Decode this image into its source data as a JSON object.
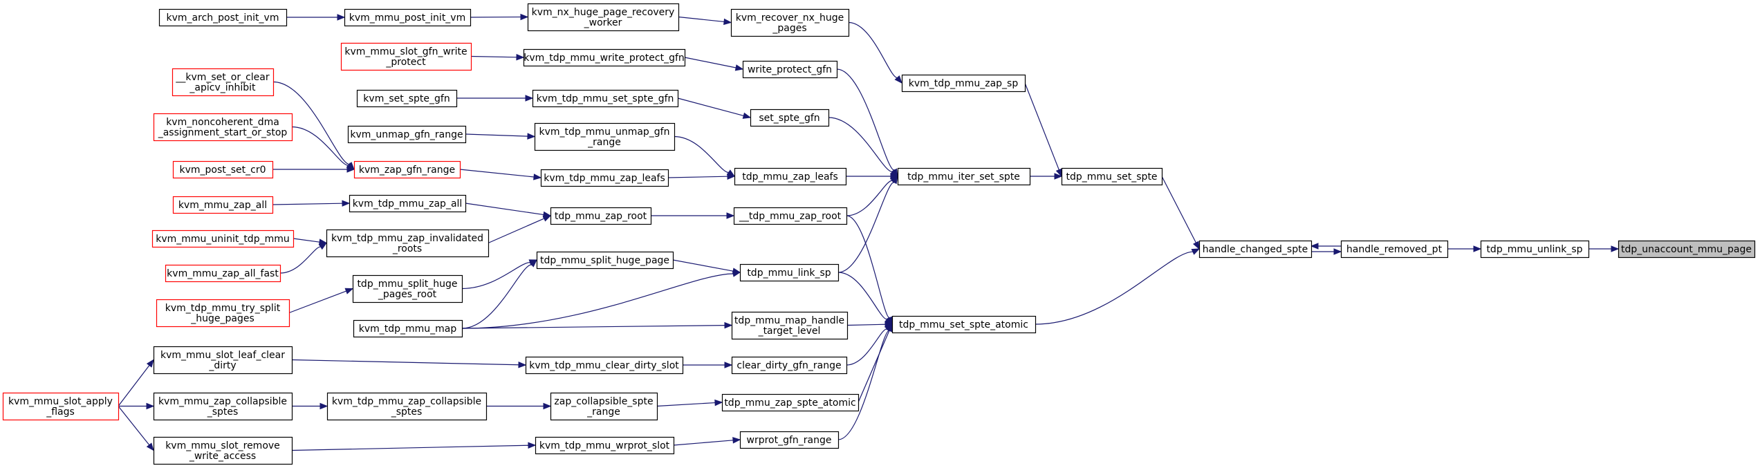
{
  "graph": {
    "colors": {
      "edge": "#191970",
      "normal_border": "#000000",
      "truncated_border": "#ff0000",
      "focus_fill": "#bfbfbf"
    },
    "nodes": [
      {
        "id": "kvm_arch_post_init_vm",
        "lines": [
          "kvm_arch_post_init_vm"
        ],
        "style": "normal"
      },
      {
        "id": "kvm_mmu_post_init_vm",
        "lines": [
          "kvm_mmu_post_init_vm"
        ],
        "style": "normal"
      },
      {
        "id": "kvm_nx_huge_page_recovery_worker",
        "lines": [
          "kvm_nx_huge_page_recovery",
          "_worker"
        ],
        "style": "normal"
      },
      {
        "id": "kvm_recover_nx_huge_pages",
        "lines": [
          "kvm_recover_nx_huge",
          "_pages"
        ],
        "style": "normal"
      },
      {
        "id": "kvm_mmu_slot_gfn_write_protect",
        "lines": [
          "kvm_mmu_slot_gfn_write",
          "_protect"
        ],
        "style": "truncated"
      },
      {
        "id": "kvm_tdp_mmu_write_protect_gfn",
        "lines": [
          "kvm_tdp_mmu_write_protect_gfn"
        ],
        "style": "normal"
      },
      {
        "id": "write_protect_gfn",
        "lines": [
          "write_protect_gfn"
        ],
        "style": "normal"
      },
      {
        "id": "kvm_tdp_mmu_zap_sp",
        "lines": [
          "kvm_tdp_mmu_zap_sp"
        ],
        "style": "normal"
      },
      {
        "id": "kvm_set_or_clear_apicv_inhibit",
        "lines": [
          "__kvm_set_or_clear",
          "_apicv_inhibit"
        ],
        "style": "truncated"
      },
      {
        "id": "kvm_set_spte_gfn",
        "lines": [
          "kvm_set_spte_gfn"
        ],
        "style": "normal"
      },
      {
        "id": "kvm_tdp_mmu_set_spte_gfn",
        "lines": [
          "kvm_tdp_mmu_set_spte_gfn"
        ],
        "style": "normal"
      },
      {
        "id": "set_spte_gfn",
        "lines": [
          "set_spte_gfn"
        ],
        "style": "normal"
      },
      {
        "id": "kvm_noncoherent_dma_assignment_start_or_stop",
        "lines": [
          "kvm_noncoherent_dma",
          "_assignment_start_or_stop"
        ],
        "style": "truncated"
      },
      {
        "id": "kvm_unmap_gfn_range",
        "lines": [
          "kvm_unmap_gfn_range"
        ],
        "style": "normal"
      },
      {
        "id": "kvm_tdp_mmu_unmap_gfn_range",
        "lines": [
          "kvm_tdp_mmu_unmap_gfn",
          "_range"
        ],
        "style": "normal"
      },
      {
        "id": "kvm_post_set_cr0",
        "lines": [
          "kvm_post_set_cr0"
        ],
        "style": "truncated"
      },
      {
        "id": "kvm_zap_gfn_range",
        "lines": [
          "kvm_zap_gfn_range"
        ],
        "style": "truncated"
      },
      {
        "id": "kvm_tdp_mmu_zap_leafs",
        "lines": [
          "kvm_tdp_mmu_zap_leafs"
        ],
        "style": "normal"
      },
      {
        "id": "tdp_mmu_zap_leafs",
        "lines": [
          "tdp_mmu_zap_leafs"
        ],
        "style": "normal"
      },
      {
        "id": "tdp_mmu_iter_set_spte",
        "lines": [
          "tdp_mmu_iter_set_spte"
        ],
        "style": "normal"
      },
      {
        "id": "tdp_mmu_set_spte",
        "lines": [
          "tdp_mmu_set_spte"
        ],
        "style": "normal"
      },
      {
        "id": "kvm_mmu_zap_all",
        "lines": [
          "kvm_mmu_zap_all"
        ],
        "style": "truncated"
      },
      {
        "id": "kvm_tdp_mmu_zap_all",
        "lines": [
          "kvm_tdp_mmu_zap_all"
        ],
        "style": "normal"
      },
      {
        "id": "tdp_mmu_zap_root",
        "lines": [
          "tdp_mmu_zap_root"
        ],
        "style": "normal"
      },
      {
        "id": "__tdp_mmu_zap_root",
        "lines": [
          "__tdp_mmu_zap_root"
        ],
        "style": "normal"
      },
      {
        "id": "kvm_mmu_uninit_tdp_mmu",
        "lines": [
          "kvm_mmu_uninit_tdp_mmu"
        ],
        "style": "truncated"
      },
      {
        "id": "kvm_tdp_mmu_zap_invalidated_roots",
        "lines": [
          "kvm_tdp_mmu_zap_invalidated",
          "_roots"
        ],
        "style": "normal"
      },
      {
        "id": "kvm_mmu_zap_all_fast",
        "lines": [
          "kvm_mmu_zap_all_fast"
        ],
        "style": "truncated"
      },
      {
        "id": "handle_changed_spte",
        "lines": [
          "handle_changed_spte"
        ],
        "style": "normal"
      },
      {
        "id": "handle_removed_pt",
        "lines": [
          "handle_removed_pt"
        ],
        "style": "normal"
      },
      {
        "id": "tdp_mmu_unlink_sp",
        "lines": [
          "tdp_mmu_unlink_sp"
        ],
        "style": "normal"
      },
      {
        "id": "tdp_unaccount_mmu_page",
        "lines": [
          "tdp_unaccount_mmu_page"
        ],
        "style": "focus"
      },
      {
        "id": "tdp_mmu_split_huge_page",
        "lines": [
          "tdp_mmu_split_huge_page"
        ],
        "style": "normal"
      },
      {
        "id": "tdp_mmu_link_sp",
        "lines": [
          "tdp_mmu_link_sp"
        ],
        "style": "normal"
      },
      {
        "id": "tdp_mmu_split_huge_pages_root",
        "lines": [
          "tdp_mmu_split_huge",
          "_pages_root"
        ],
        "style": "normal"
      },
      {
        "id": "kvm_tdp_mmu_try_split_huge_pages",
        "lines": [
          "kvm_tdp_mmu_try_split",
          "_huge_pages"
        ],
        "style": "truncated"
      },
      {
        "id": "kvm_tdp_mmu_map",
        "lines": [
          "kvm_tdp_mmu_map"
        ],
        "style": "normal"
      },
      {
        "id": "tdp_mmu_map_handle_target_level",
        "lines": [
          "tdp_mmu_map_handle",
          "_target_level"
        ],
        "style": "normal"
      },
      {
        "id": "tdp_mmu_set_spte_atomic",
        "lines": [
          "tdp_mmu_set_spte_atomic"
        ],
        "style": "normal"
      },
      {
        "id": "kvm_mmu_slot_leaf_clear_dirty",
        "lines": [
          "kvm_mmu_slot_leaf_clear",
          "_dirty"
        ],
        "style": "normal"
      },
      {
        "id": "kvm_tdp_mmu_clear_dirty_slot",
        "lines": [
          "kvm_tdp_mmu_clear_dirty_slot"
        ],
        "style": "normal"
      },
      {
        "id": "clear_dirty_gfn_range",
        "lines": [
          "clear_dirty_gfn_range"
        ],
        "style": "normal"
      },
      {
        "id": "kvm_mmu_slot_apply_flags",
        "lines": [
          "kvm_mmu_slot_apply",
          "_flags"
        ],
        "style": "truncated"
      },
      {
        "id": "kvm_mmu_zap_collapsible_sptes",
        "lines": [
          "kvm_mmu_zap_collapsible",
          "_sptes"
        ],
        "style": "normal"
      },
      {
        "id": "kvm_tdp_mmu_zap_collapsible_sptes",
        "lines": [
          "kvm_tdp_mmu_zap_collapsible",
          "_sptes"
        ],
        "style": "normal"
      },
      {
        "id": "zap_collapsible_spte_range",
        "lines": [
          "zap_collapsible_spte",
          "_range"
        ],
        "style": "normal"
      },
      {
        "id": "tdp_mmu_zap_spte_atomic",
        "lines": [
          "tdp_mmu_zap_spte_atomic"
        ],
        "style": "normal"
      },
      {
        "id": "kvm_mmu_slot_remove_write_access",
        "lines": [
          "kvm_mmu_slot_remove",
          "_write_access"
        ],
        "style": "normal"
      },
      {
        "id": "kvm_tdp_mmu_wrprot_slot",
        "lines": [
          "kvm_tdp_mmu_wrprot_slot"
        ],
        "style": "normal"
      },
      {
        "id": "wrprot_gfn_range",
        "lines": [
          "wrprot_gfn_range"
        ],
        "style": "normal"
      }
    ],
    "edges": [
      {
        "from": "kvm_arch_post_init_vm",
        "to": "kvm_mmu_post_init_vm"
      },
      {
        "from": "kvm_mmu_post_init_vm",
        "to": "kvm_nx_huge_page_recovery_worker"
      },
      {
        "from": "kvm_nx_huge_page_recovery_worker",
        "to": "kvm_recover_nx_huge_pages"
      },
      {
        "from": "kvm_recover_nx_huge_pages",
        "to": "kvm_tdp_mmu_zap_sp"
      },
      {
        "from": "kvm_tdp_mmu_zap_sp",
        "to": "tdp_mmu_set_spte"
      },
      {
        "from": "kvm_mmu_slot_gfn_write_protect",
        "to": "kvm_tdp_mmu_write_protect_gfn"
      },
      {
        "from": "kvm_tdp_mmu_write_protect_gfn",
        "to": "write_protect_gfn"
      },
      {
        "from": "write_protect_gfn",
        "to": "tdp_mmu_iter_set_spte"
      },
      {
        "from": "kvm_set_spte_gfn",
        "to": "kvm_tdp_mmu_set_spte_gfn"
      },
      {
        "from": "kvm_tdp_mmu_set_spte_gfn",
        "to": "set_spte_gfn"
      },
      {
        "from": "set_spte_gfn",
        "to": "tdp_mmu_iter_set_spte"
      },
      {
        "from": "kvm_set_or_clear_apicv_inhibit",
        "to": "kvm_zap_gfn_range"
      },
      {
        "from": "kvm_noncoherent_dma_assignment_start_or_stop",
        "to": "kvm_zap_gfn_range"
      },
      {
        "from": "kvm_post_set_cr0",
        "to": "kvm_zap_gfn_range"
      },
      {
        "from": "kvm_zap_gfn_range",
        "to": "kvm_tdp_mmu_zap_leafs"
      },
      {
        "from": "kvm_unmap_gfn_range",
        "to": "kvm_tdp_mmu_unmap_gfn_range"
      },
      {
        "from": "kvm_tdp_mmu_unmap_gfn_range",
        "to": "tdp_mmu_zap_leafs"
      },
      {
        "from": "kvm_tdp_mmu_zap_leafs",
        "to": "tdp_mmu_zap_leafs"
      },
      {
        "from": "tdp_mmu_zap_leafs",
        "to": "tdp_mmu_iter_set_spte"
      },
      {
        "from": "tdp_mmu_iter_set_spte",
        "to": "tdp_mmu_set_spte"
      },
      {
        "from": "tdp_mmu_set_spte",
        "to": "handle_changed_spte"
      },
      {
        "from": "kvm_mmu_zap_all",
        "to": "kvm_tdp_mmu_zap_all"
      },
      {
        "from": "kvm_tdp_mmu_zap_all",
        "to": "tdp_mmu_zap_root"
      },
      {
        "from": "kvm_mmu_uninit_tdp_mmu",
        "to": "kvm_tdp_mmu_zap_invalidated_roots"
      },
      {
        "from": "kvm_mmu_zap_all_fast",
        "to": "kvm_tdp_mmu_zap_invalidated_roots"
      },
      {
        "from": "kvm_tdp_mmu_zap_invalidated_roots",
        "to": "tdp_mmu_zap_root"
      },
      {
        "from": "tdp_mmu_zap_root",
        "to": "__tdp_mmu_zap_root"
      },
      {
        "from": "__tdp_mmu_zap_root",
        "to": "tdp_mmu_iter_set_spte"
      },
      {
        "from": "__tdp_mmu_zap_root",
        "to": "tdp_mmu_set_spte_atomic"
      },
      {
        "from": "tdp_mmu_link_sp",
        "to": "tdp_mmu_iter_set_spte"
      },
      {
        "from": "tdp_mmu_link_sp",
        "to": "tdp_mmu_set_spte_atomic"
      },
      {
        "from": "tdp_mmu_split_huge_page",
        "to": "tdp_mmu_link_sp"
      },
      {
        "from": "tdp_mmu_split_huge_pages_root",
        "to": "tdp_mmu_split_huge_page"
      },
      {
        "from": "kvm_tdp_mmu_try_split_huge_pages",
        "to": "tdp_mmu_split_huge_pages_root"
      },
      {
        "from": "kvm_tdp_mmu_map",
        "to": "tdp_mmu_split_huge_page"
      },
      {
        "from": "kvm_tdp_mmu_map",
        "to": "tdp_mmu_link_sp"
      },
      {
        "from": "kvm_tdp_mmu_map",
        "to": "tdp_mmu_map_handle_target_level"
      },
      {
        "from": "tdp_mmu_map_handle_target_level",
        "to": "tdp_mmu_set_spte_atomic"
      },
      {
        "from": "tdp_mmu_set_spte_atomic",
        "to": "handle_changed_spte"
      },
      {
        "from": "handle_changed_spte",
        "to": "handle_removed_pt"
      },
      {
        "from": "handle_removed_pt",
        "to": "handle_changed_spte"
      },
      {
        "from": "handle_removed_pt",
        "to": "tdp_mmu_unlink_sp"
      },
      {
        "from": "tdp_mmu_unlink_sp",
        "to": "tdp_unaccount_mmu_page"
      },
      {
        "from": "kvm_mmu_slot_apply_flags",
        "to": "kvm_mmu_slot_leaf_clear_dirty"
      },
      {
        "from": "kvm_mmu_slot_apply_flags",
        "to": "kvm_mmu_zap_collapsible_sptes"
      },
      {
        "from": "kvm_mmu_slot_apply_flags",
        "to": "kvm_mmu_slot_remove_write_access"
      },
      {
        "from": "kvm_mmu_slot_leaf_clear_dirty",
        "to": "kvm_tdp_mmu_clear_dirty_slot"
      },
      {
        "from": "kvm_tdp_mmu_clear_dirty_slot",
        "to": "clear_dirty_gfn_range"
      },
      {
        "from": "clear_dirty_gfn_range",
        "to": "tdp_mmu_set_spte_atomic"
      },
      {
        "from": "kvm_mmu_zap_collapsible_sptes",
        "to": "kvm_tdp_mmu_zap_collapsible_sptes"
      },
      {
        "from": "kvm_tdp_mmu_zap_collapsible_sptes",
        "to": "zap_collapsible_spte_range"
      },
      {
        "from": "zap_collapsible_spte_range",
        "to": "tdp_mmu_zap_spte_atomic"
      },
      {
        "from": "tdp_mmu_zap_spte_atomic",
        "to": "tdp_mmu_set_spte_atomic"
      },
      {
        "from": "kvm_mmu_slot_remove_write_access",
        "to": "kvm_tdp_mmu_wrprot_slot"
      },
      {
        "from": "kvm_tdp_mmu_wrprot_slot",
        "to": "wrprot_gfn_range"
      },
      {
        "from": "wrprot_gfn_range",
        "to": "tdp_mmu_set_spte_atomic"
      }
    ]
  }
}
